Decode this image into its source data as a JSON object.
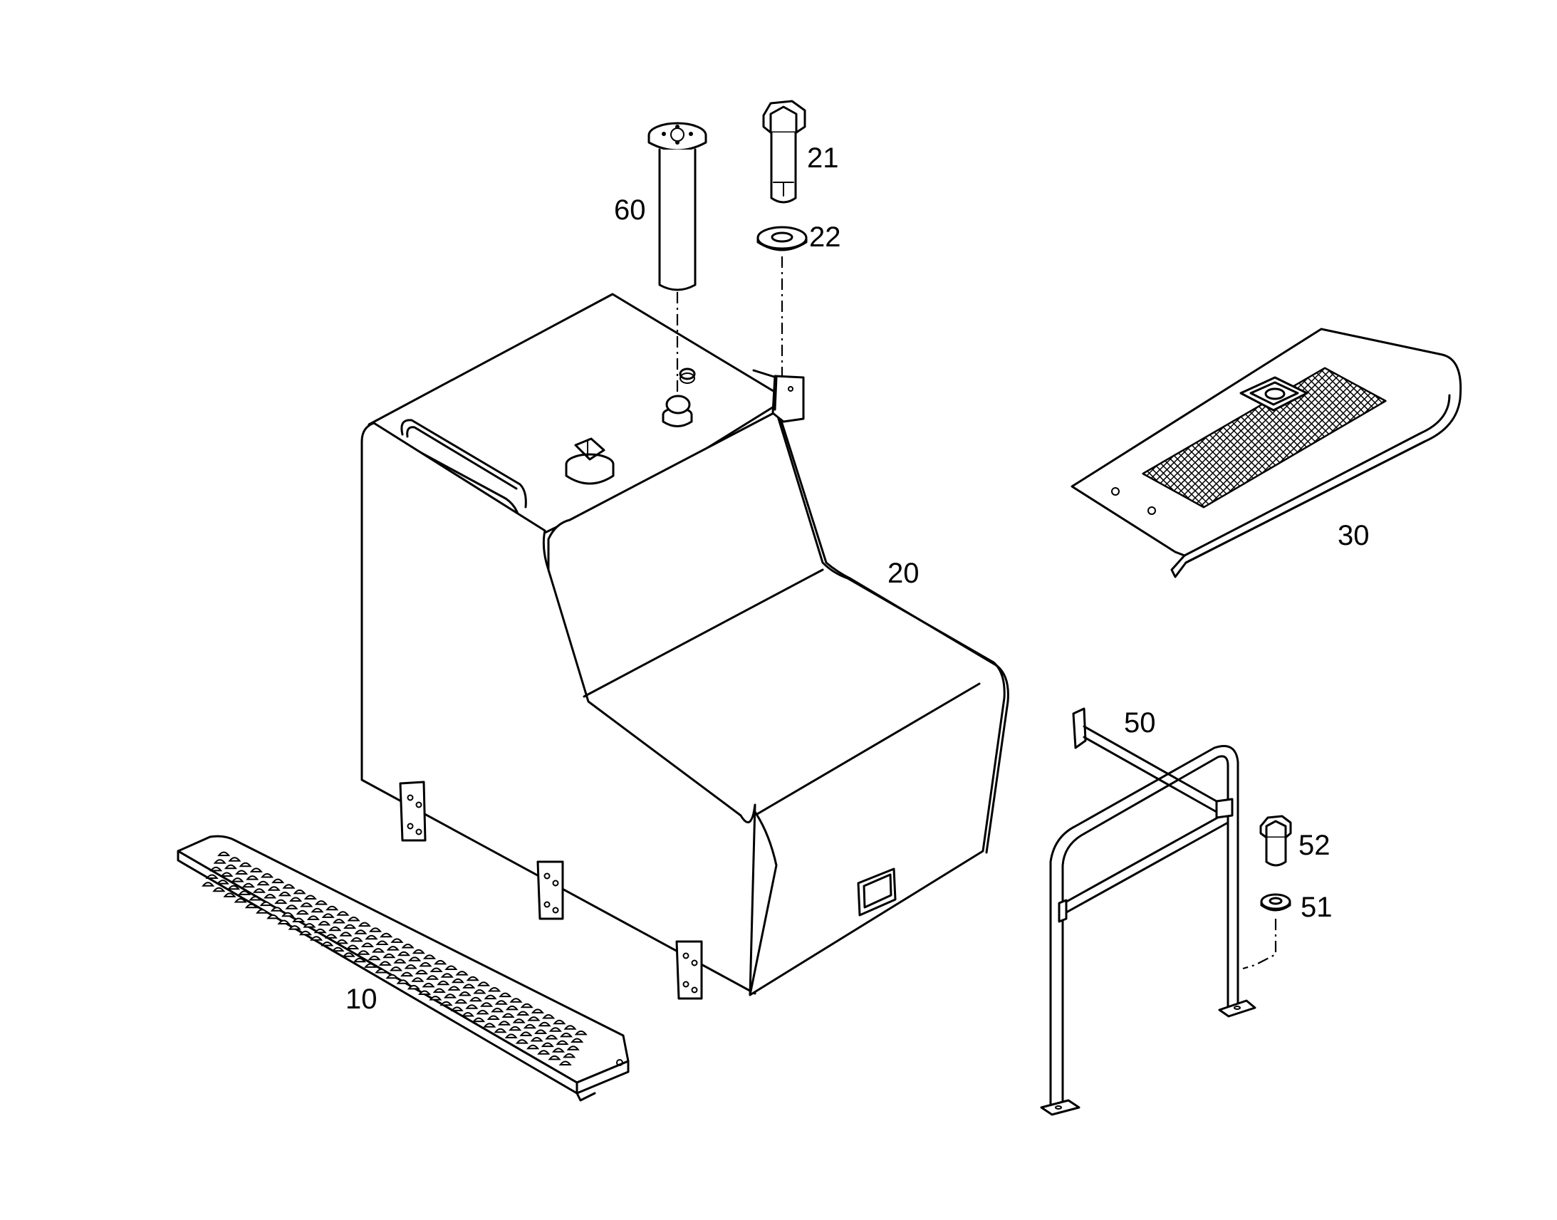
{
  "parts": [
    {
      "id": "step-plate",
      "label": "10"
    },
    {
      "id": "tank",
      "label": "20"
    },
    {
      "id": "bolt-top",
      "label": "21"
    },
    {
      "id": "washer-top",
      "label": "22"
    },
    {
      "id": "cover",
      "label": "30"
    },
    {
      "id": "handrail",
      "label": "50"
    },
    {
      "id": "washer-rail",
      "label": "51"
    },
    {
      "id": "bolt-rail",
      "label": "52"
    },
    {
      "id": "level-sender",
      "label": "60"
    }
  ]
}
